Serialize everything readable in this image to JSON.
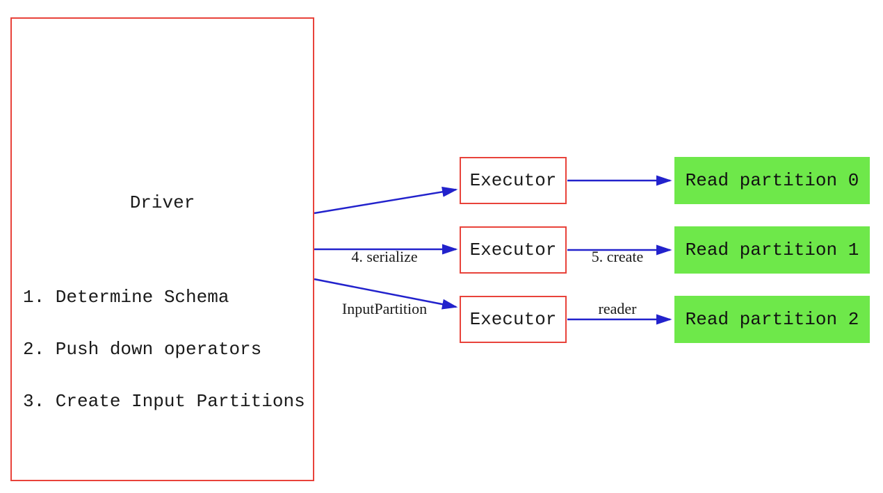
{
  "diagram": {
    "colors": {
      "background": "#ffffff",
      "box_border_red": "#e8423a",
      "arrow_blue": "#2222cc",
      "partition_green": "#6ee84a",
      "text": "#1a1a1a"
    },
    "driver": {
      "title": "Driver",
      "steps": [
        "1. Determine Schema",
        "2. Push down operators",
        "3. Create Input Partitions"
      ]
    },
    "executors": [
      {
        "label": "Executor"
      },
      {
        "label": "Executor"
      },
      {
        "label": "Executor"
      }
    ],
    "partitions": [
      {
        "label": "Read partition 0"
      },
      {
        "label": "Read partition 1"
      },
      {
        "label": "Read partition 2"
      }
    ],
    "edge_labels": {
      "serialize": {
        "line1": "4. serialize",
        "line2": "InputPartition"
      },
      "create_reader": {
        "line1": "5. create",
        "line2": "reader"
      }
    }
  }
}
